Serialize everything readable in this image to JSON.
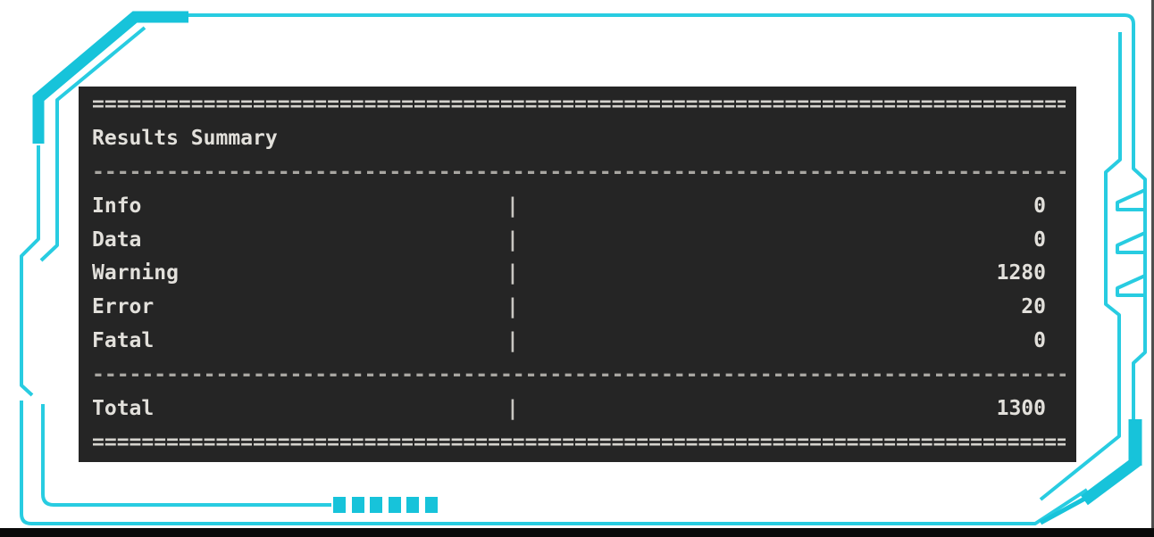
{
  "terminal": {
    "title": "Results Summary",
    "column_separator": "|",
    "separators": {
      "double": {
        "char": "=",
        "count": 80
      },
      "single": {
        "char": "-",
        "count": 80
      }
    },
    "rows": [
      {
        "label": "Info",
        "value": "0"
      },
      {
        "label": "Data",
        "value": "0"
      },
      {
        "label": "Warning",
        "value": "1280"
      },
      {
        "label": "Error",
        "value": "20"
      },
      {
        "label": "Fatal",
        "value": "0"
      }
    ],
    "total_row": {
      "label": "Total",
      "value": "1300"
    }
  },
  "colors": {
    "accent_cyan": "#28CCE1",
    "accent_cyan_bold": "#17C3DA",
    "terminal_background": "#252525",
    "terminal_text": "#E2E0DB",
    "separator_double": "#D5D3CE",
    "separator_single": "#A8A6A1",
    "bottom_border": "#0a0a0a"
  }
}
